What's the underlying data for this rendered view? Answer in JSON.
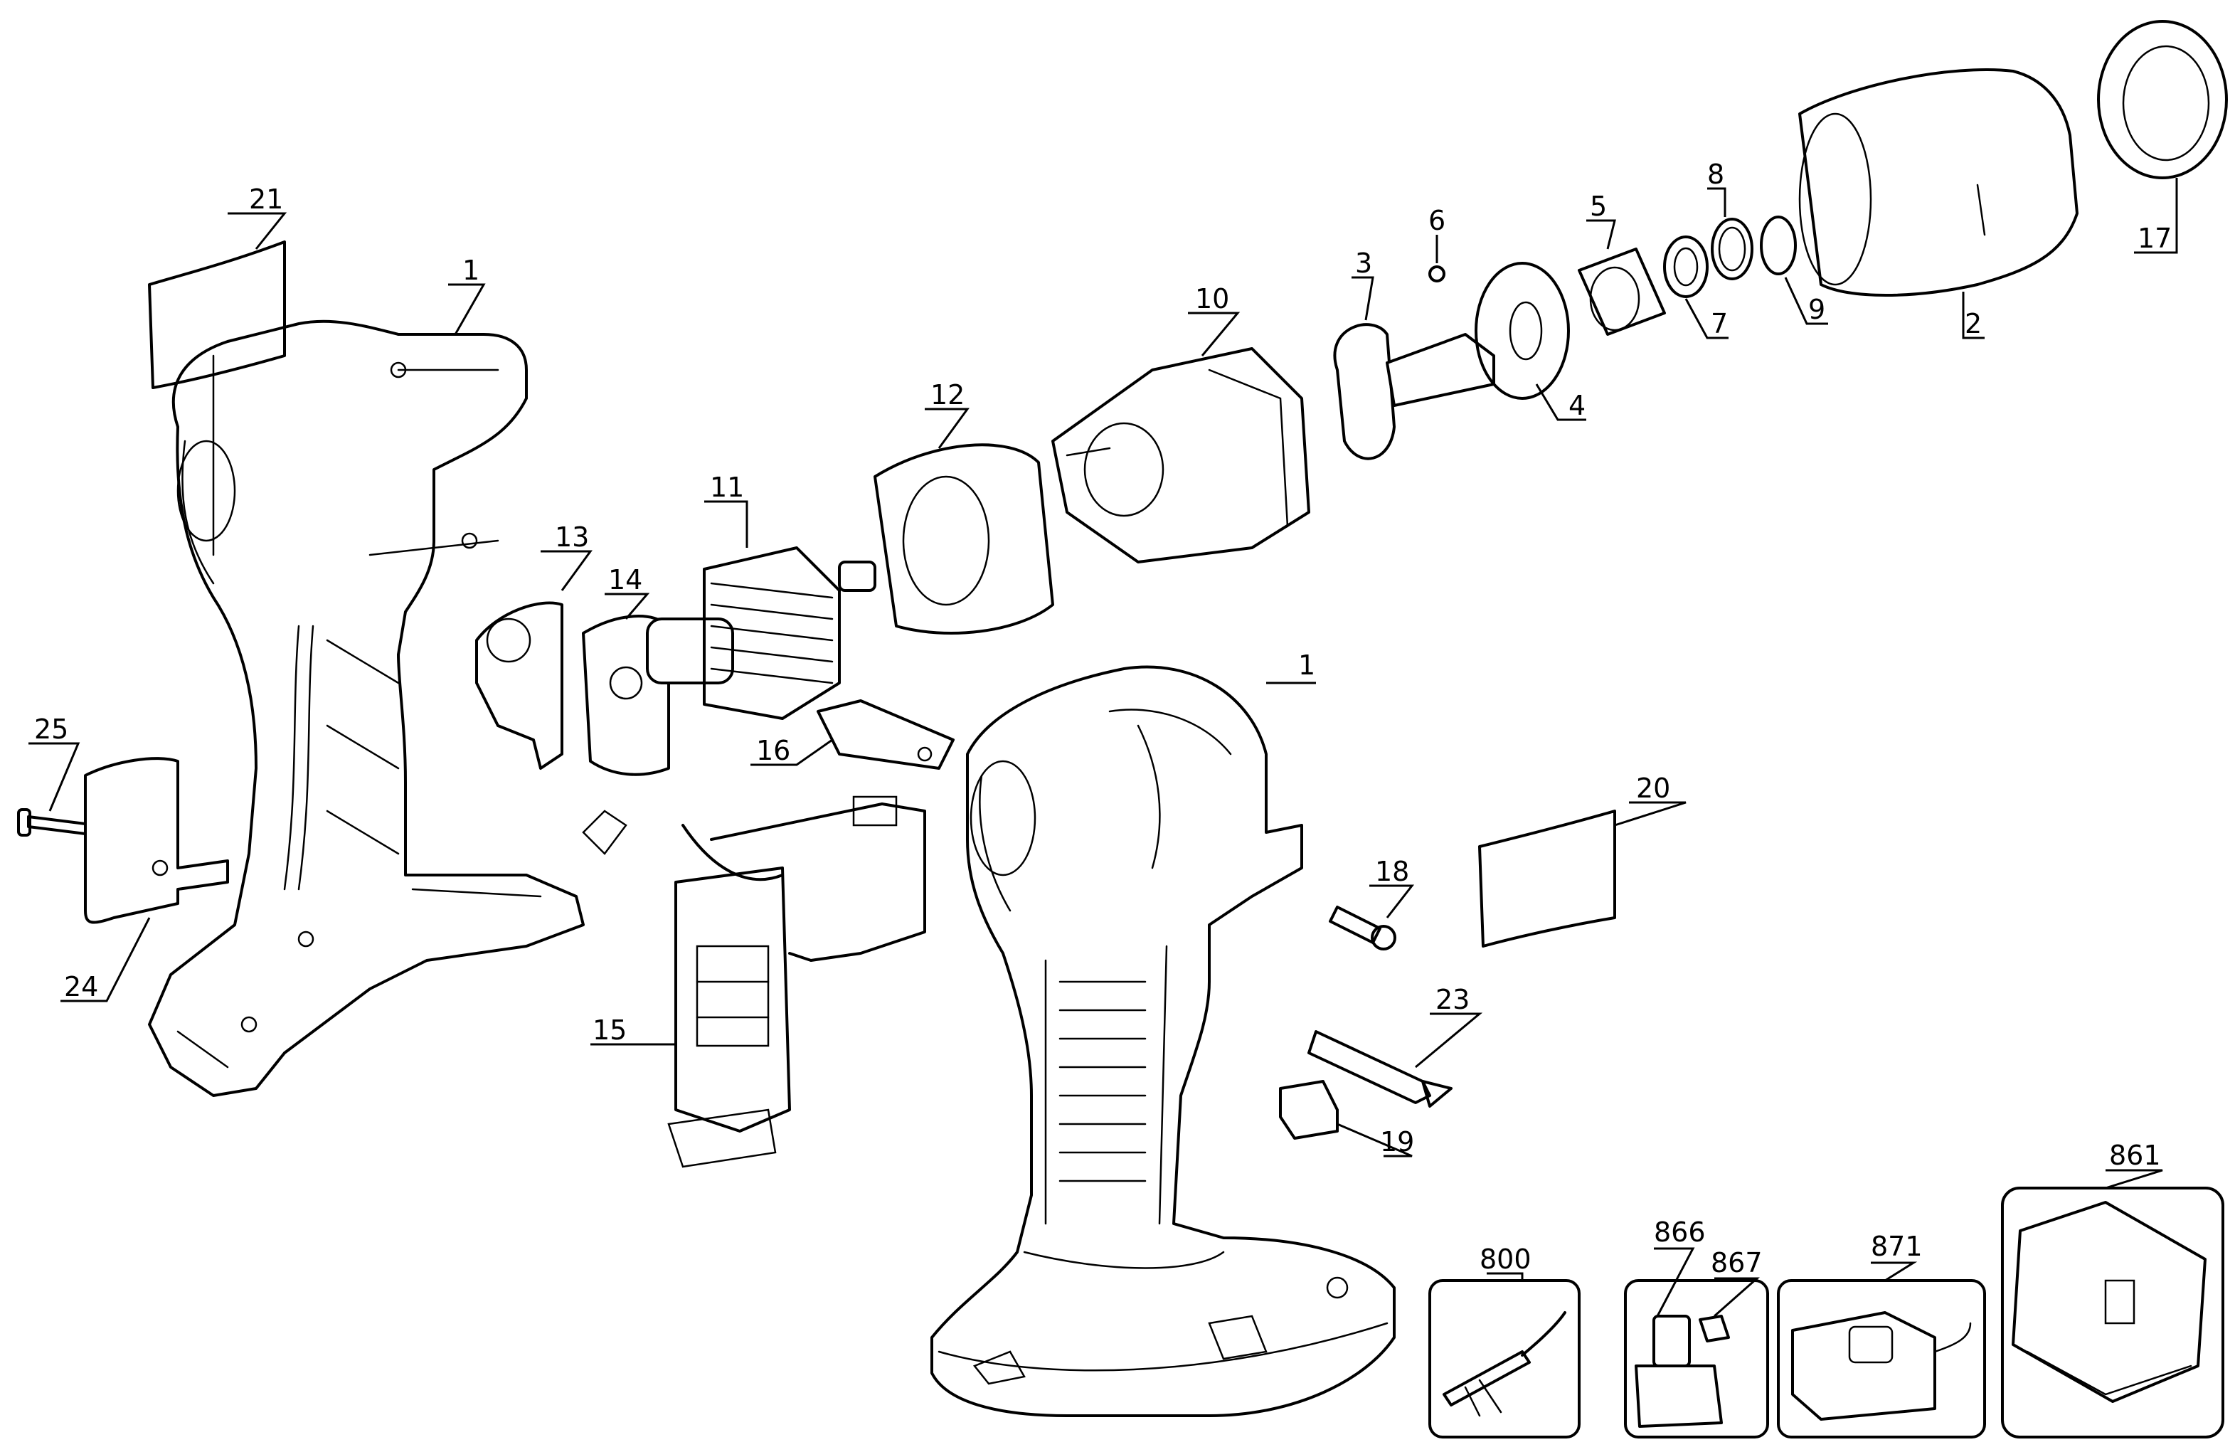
{
  "callouts": {
    "c1a": "1",
    "c1b": "1",
    "c2": "2",
    "c3": "3",
    "c4": "4",
    "c5": "5",
    "c6": "6",
    "c7": "7",
    "c8": "8",
    "c9": "9",
    "c10": "10",
    "c11": "11",
    "c12": "12",
    "c13": "13",
    "c14": "14",
    "c15": "15",
    "c16": "16",
    "c17": "17",
    "c18": "18",
    "c19": "19",
    "c20": "20",
    "c21": "21",
    "c23": "23",
    "c24": "24",
    "c25": "25",
    "c800": "800",
    "c861": "861",
    "c866": "866",
    "c867": "867",
    "c871": "871"
  }
}
